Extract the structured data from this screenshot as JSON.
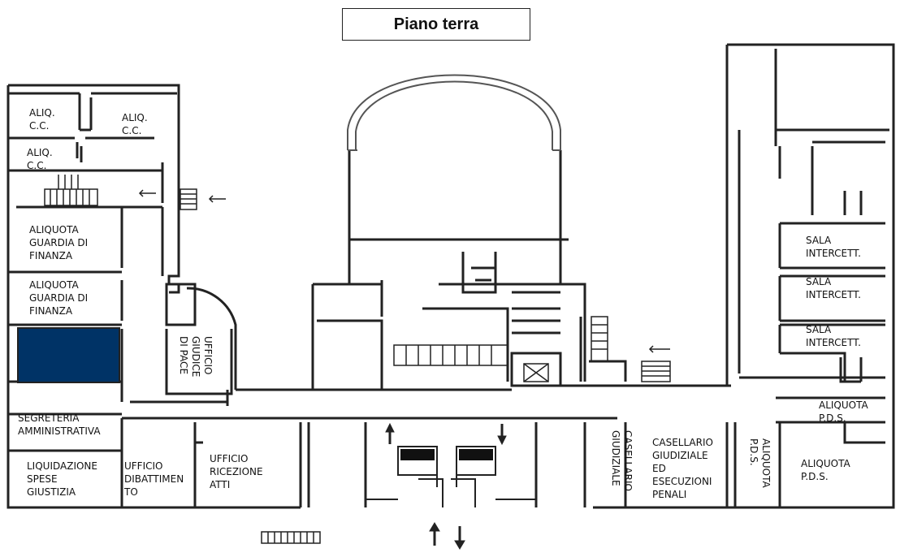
{
  "title": "Piano terra",
  "colors": {
    "wall": "#222222",
    "highlight": "#003366",
    "background": "#ffffff"
  },
  "rooms": {
    "aliq_cc_1": [
      "ALIQ.",
      "C.C."
    ],
    "aliq_cc_2": [
      "ALIQ.",
      "C.C."
    ],
    "aliq_cc_3": [
      "ALIQ.",
      "C.C."
    ],
    "aliquota_gdf_1": [
      "ALIQUOTA",
      "GUARDIA  DI",
      "FINANZA"
    ],
    "aliquota_gdf_2": [
      "ALIQUOTA",
      "GUARDIA  DI",
      "FINANZA"
    ],
    "ufficio_giudice": [
      "UFFICIO",
      "GIUDICE",
      "DI PACE"
    ],
    "segreteria": [
      "SEGRETERIA",
      "AMMINISTRATIVA"
    ],
    "liquidazione": [
      "LIQUIDAZIONE",
      "SPESE",
      "GIUSTIZIA"
    ],
    "dibattimento": [
      "UFFICIO",
      "DIBATTIMEN",
      "TO"
    ],
    "ricezione": [
      "UFFICIO",
      "RICEZIONE",
      "ATTI"
    ],
    "casellario_giudiziale_v": [
      "CASELLARIO",
      "GIUDIZIALE"
    ],
    "casellario_esecuzioni": [
      "CASELLARIO",
      "GIUDIZIALE",
      "ED",
      "ESECUZIONI",
      "PENALI"
    ],
    "aliquota_pds_v": [
      "ALIQUOTA",
      "P.D.S."
    ],
    "aliquota_pds_1": [
      "ALIQUOTA",
      "P.D.S."
    ],
    "aliquota_pds_2": [
      "ALIQUOTA",
      "P.D.S."
    ],
    "sala_1": [
      "SALA",
      "INTERCETT."
    ],
    "sala_2": [
      "SALA",
      "INTERCETT."
    ],
    "sala_3": [
      "SALA",
      "INTERCETT."
    ]
  }
}
